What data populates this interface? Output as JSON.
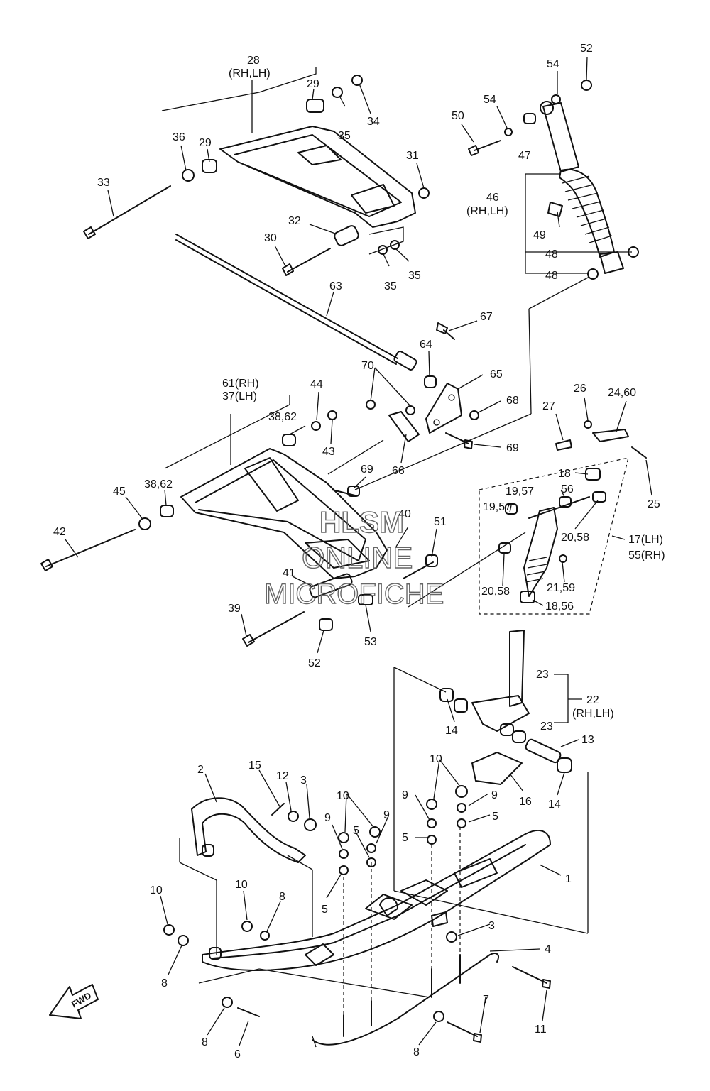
{
  "watermark": {
    "line1": "HLSM",
    "line2": "ONLINE",
    "line3": "MICROFICHE"
  },
  "fwd_label": "FWD",
  "labels": {
    "p28": "28",
    "p28_sub": "(RH,LH)",
    "p29a": "29",
    "p29b": "29",
    "p34": "34",
    "p35a": "35",
    "p35b": "35",
    "p35c": "35",
    "p36": "36",
    "p33": "33",
    "p31": "31",
    "p32": "32",
    "p30": "30",
    "p63": "63",
    "p52a": "52",
    "p54a": "54",
    "p54b": "54",
    "p50": "50",
    "p47": "47",
    "p46": "46",
    "p46_sub": "(RH,LH)",
    "p49": "49",
    "p48a": "48",
    "p48b": "48",
    "p67": "67",
    "p64": "64",
    "p65": "65",
    "p68": "68",
    "p69a": "69",
    "p69b": "69",
    "p70": "70",
    "p66": "66",
    "p61": "61(RH)",
    "p37": "37(LH)",
    "p44": "44",
    "p38_62a": "38,62",
    "p43": "43",
    "p45": "45",
    "p38_62b": "38,62",
    "p42": "42",
    "p40": "40",
    "p51": "51",
    "p41": "41",
    "p39": "39",
    "p52b": "52",
    "p53": "53",
    "p26": "26",
    "p24_60": "24,60",
    "p27": "27",
    "p25": "25",
    "p18a": "18",
    "p19_57a": "19,57",
    "p56": "56",
    "p19_57b": "19,57",
    "p20_58a": "20,58",
    "p17": "17(LH)",
    "p55": "55(RH)",
    "p20_58b": "20,58",
    "p21_59": "21,59",
    "p18_56": "18,56",
    "p23a": "23",
    "p22": "22",
    "p22_sub": "(RH,LH)",
    "p23b": "23",
    "p14a": "14",
    "p13": "13",
    "p16": "16",
    "p14b": "14",
    "p10a": "10",
    "p9a": "9",
    "p9b": "9",
    "p10b": "10",
    "p9c": "9",
    "p5a": "5",
    "p5b": "5",
    "p5c": "5",
    "p9d": "9",
    "p5d": "5",
    "p2": "2",
    "p15": "15",
    "p12": "12",
    "p3a": "3",
    "p1": "1",
    "p10c": "10",
    "p10d": "10",
    "p8a": "8",
    "p8b": "8",
    "p3b": "3",
    "p4": "4",
    "p11": "11",
    "p7": "7",
    "p8c": "8",
    "p6": "6",
    "p8d": "8"
  }
}
